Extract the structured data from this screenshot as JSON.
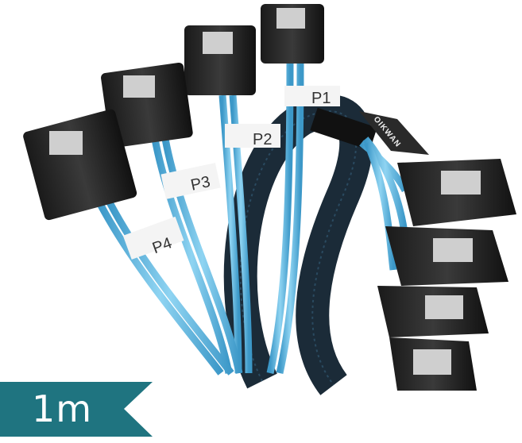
{
  "product": {
    "description": "SATA cable with 4 connectors",
    "brand_tag": "OIKWAN",
    "port_labels": [
      "P1",
      "P2",
      "P3",
      "P4"
    ],
    "length_badge": "1m"
  },
  "colors": {
    "badge": "#1f7480",
    "cable_blue": "#5cb8e0",
    "connector": "#222222",
    "sleeve": "#1a2a36"
  }
}
